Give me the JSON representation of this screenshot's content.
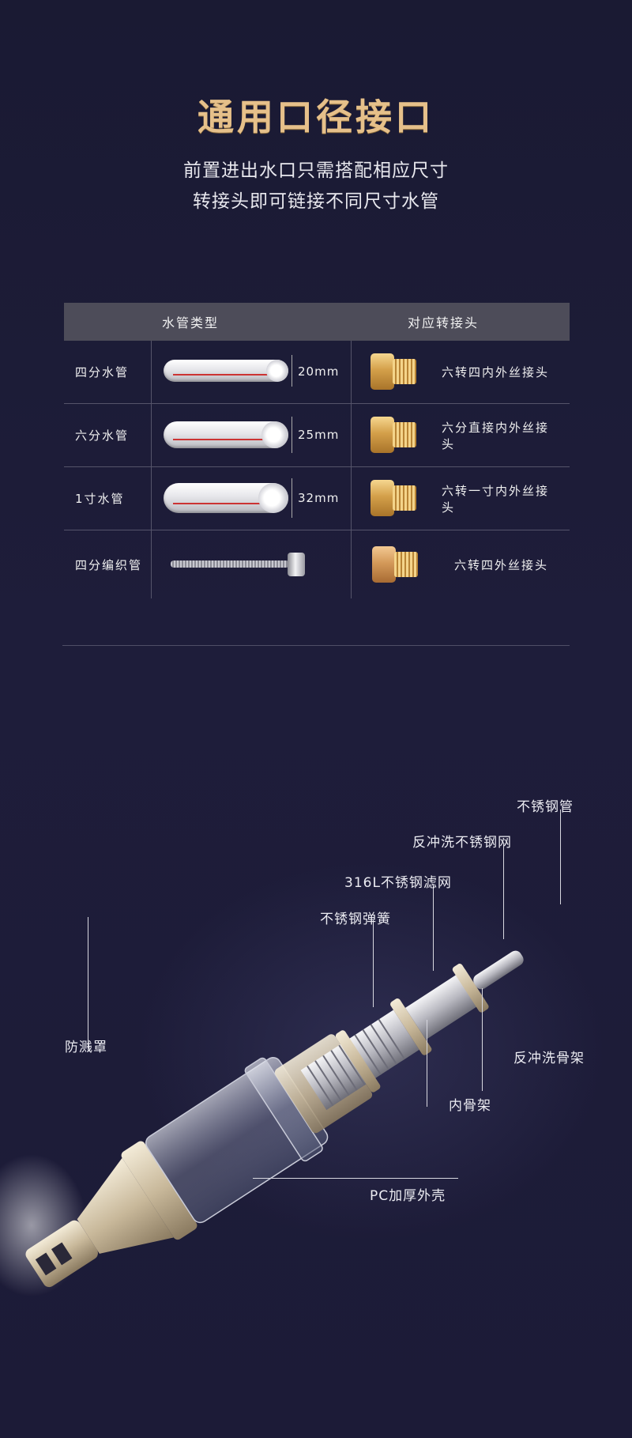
{
  "header": {
    "title": "通用口径接口",
    "subtitle_line1": "前置进出水口只需搭配相应尺寸",
    "subtitle_line2": "转接头即可链接不同尺寸水管"
  },
  "table": {
    "headers": [
      "水管类型",
      "对应转接头"
    ],
    "rows": [
      {
        "type": "四分水管",
        "size": "20mm",
        "adapter": "六转四内外丝接头",
        "image": "white-pipe"
      },
      {
        "type": "六分水管",
        "size": "25mm",
        "adapter": "六分直接内外丝接头",
        "image": "white-pipe"
      },
      {
        "type": "1寸水管",
        "size": "32mm",
        "adapter": "六转一寸内外丝接头",
        "image": "white-pipe"
      },
      {
        "type": "四分编织管",
        "size": "",
        "adapter": "六转四外丝接头",
        "image": "braided-hose"
      }
    ]
  },
  "diagram": {
    "labels": {
      "stainless_tube": "不锈钢管",
      "backwash_mesh": "反冲洗不锈钢网",
      "filter_316l": "316L不锈钢滤网",
      "spring": "不锈钢弹簧",
      "splash_guard": "防溅罩",
      "backwash_frame": "反冲洗骨架",
      "inner_frame": "内骨架",
      "pc_shell": "PC加厚外壳"
    }
  },
  "colors": {
    "background": "#1c1b36",
    "title_gold": "#e6c08a",
    "table_header": "#4d4c59",
    "brass": "#d4a04a"
  }
}
